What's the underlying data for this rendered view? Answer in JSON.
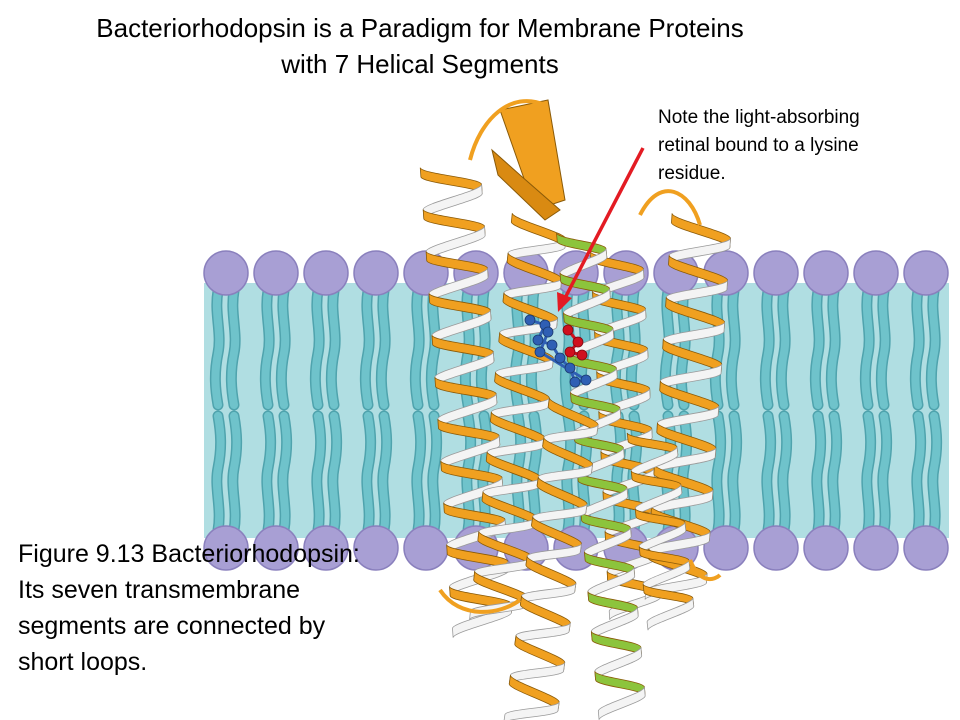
{
  "slide": {
    "title_lines": [
      "Bacteriorhodopsin is a Paradigm for Membrane Proteins",
      "with 7 Helical Segments"
    ],
    "note_lines": [
      "Note the light-absorbing",
      "retinal bound to a lysine",
      "residue."
    ],
    "caption_lines": [
      "Figure 9.13  Bacteriorhodopsin:",
      "Its seven transmembrane",
      "segments are connected by",
      "short loops."
    ]
  },
  "colors": {
    "lipid_head": "#a89fd4",
    "lipid_head_stroke": "#8a80bd",
    "lipid_tail": "#6fc3cb",
    "lipid_tail_stroke": "#4fa3ad",
    "helix_orange": "#f0a020",
    "helix_white": "#f4f4f4",
    "helix_green": "#8cc43c",
    "retinal_red": "#d0101e",
    "lysine_blue": "#2f5fb4",
    "arrow_red": "#e31b23"
  },
  "figure": {
    "lipid_heads_per_leaflet": 15,
    "helix_count": 7,
    "highlighted_helix_color": "green"
  }
}
